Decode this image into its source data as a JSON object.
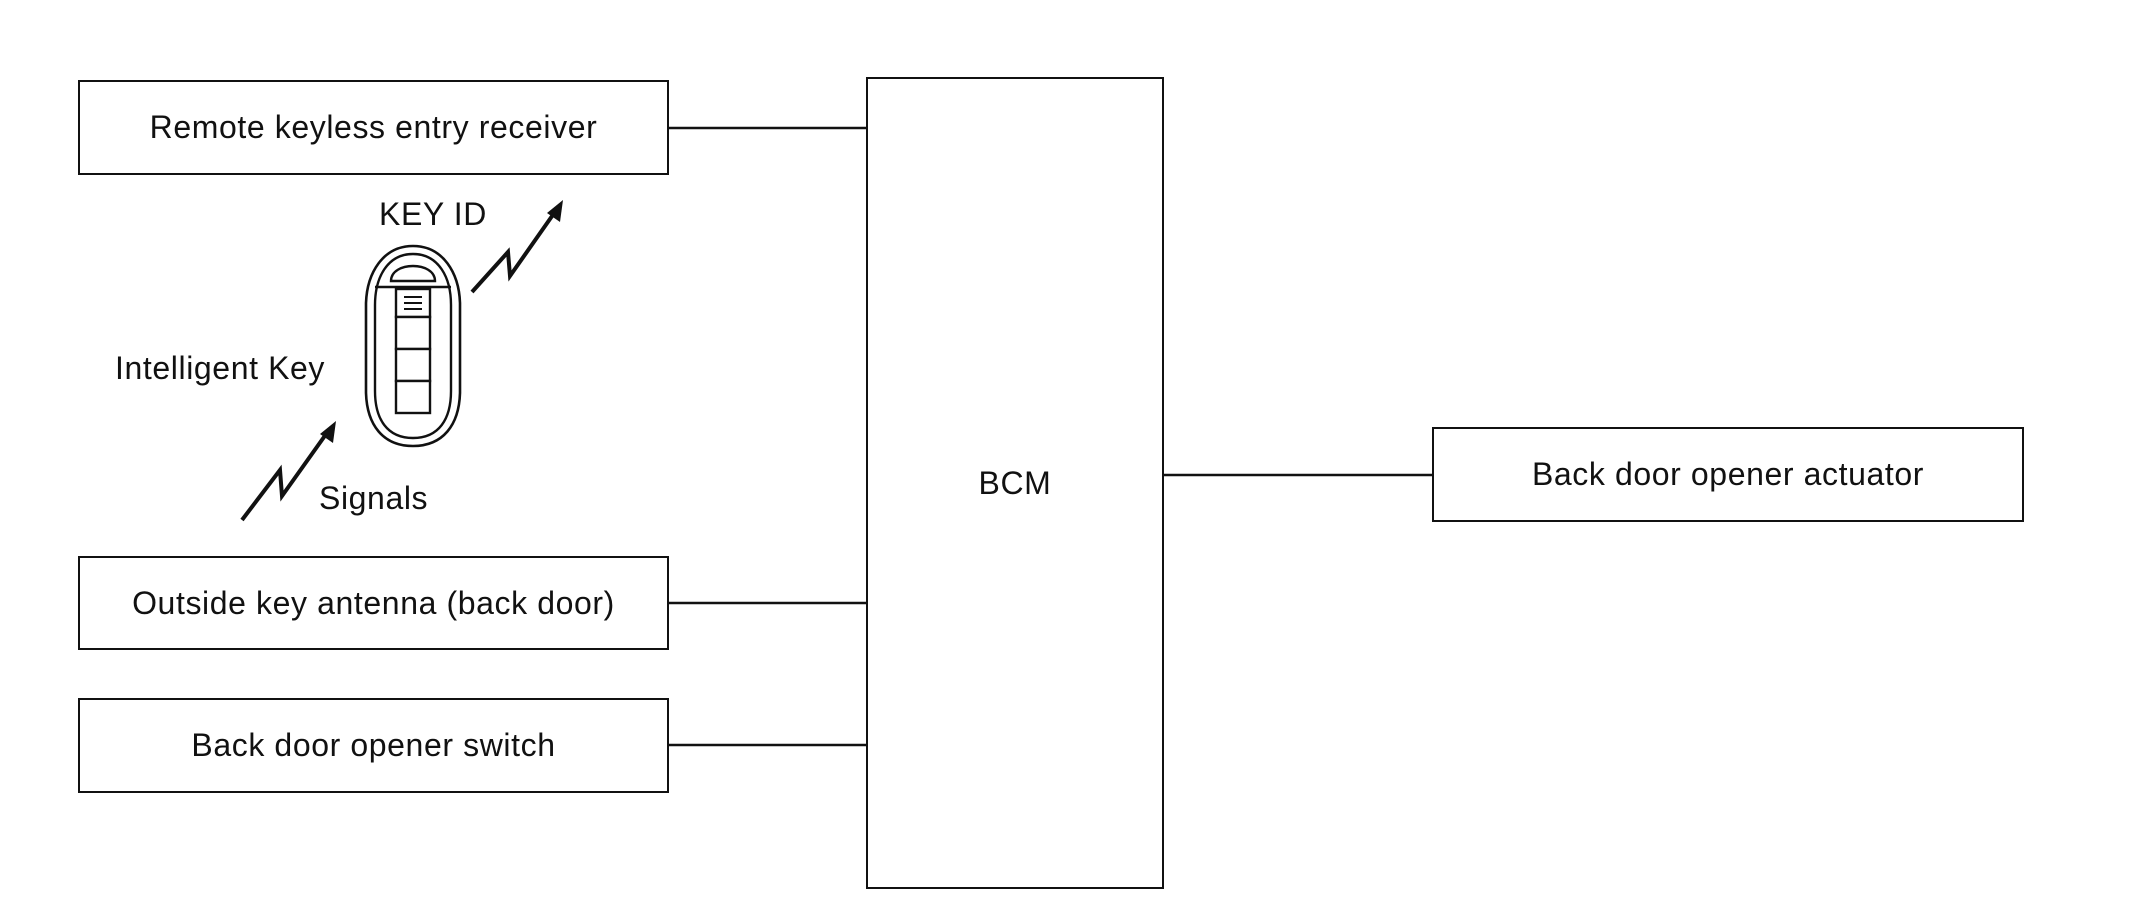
{
  "diagram": {
    "remote_receiver": "Remote keyless entry receiver",
    "key_id": "KEY ID",
    "intelligent_key": "Intelligent Key",
    "signals": "Signals",
    "outside_antenna": "Outside key antenna (back door)",
    "opener_switch": "Back door opener switch",
    "bcm": "BCM",
    "opener_actuator": "Back door opener actuator"
  },
  "colors": {
    "line": "#111111",
    "background": "#ffffff"
  },
  "icons": {
    "key_fob": "intelligent-key-fob-icon",
    "signal": "radio-signal-arrow-icon"
  }
}
